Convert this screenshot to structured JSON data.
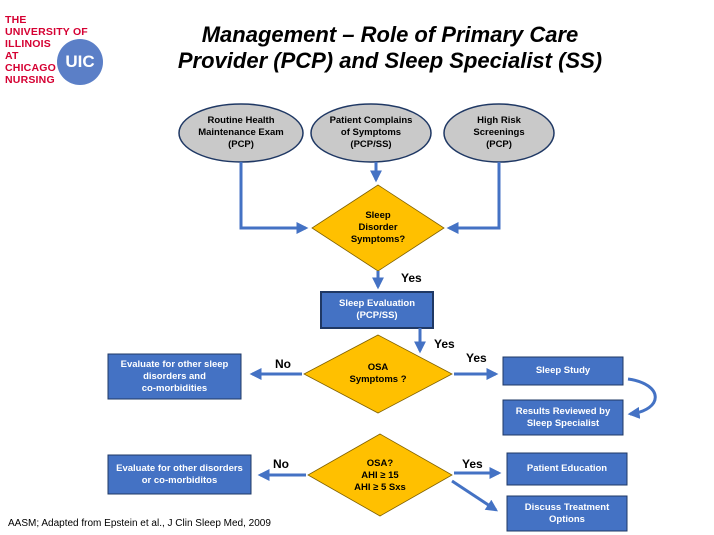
{
  "logo": {
    "lines": [
      "THE",
      "UNIVERSITY OF",
      "ILLINOIS",
      "AT",
      "CHICAGO",
      "NURSING"
    ],
    "badge": "UIC"
  },
  "title": {
    "line1": "Management – Role of Primary Care",
    "line2": "Provider (PCP) and Sleep Specialist (SS)"
  },
  "nodes": {
    "routine": {
      "lines": [
        "Routine Health",
        "Maintenance Exam",
        "(PCP)"
      ]
    },
    "complains": {
      "lines": [
        "Patient Complains",
        "of Symptoms",
        "(PCP/SS)"
      ]
    },
    "highrisk": {
      "lines": [
        "High Risk",
        "Screenings",
        "(PCP)"
      ]
    },
    "sleep_disorder": {
      "lines": [
        "Sleep",
        "Disorder",
        "Symptoms?"
      ]
    },
    "evaluation": {
      "lines": [
        "Sleep Evaluation",
        "(PCP/SS)"
      ]
    },
    "osa_symptoms": {
      "lines": [
        "OSA",
        "Symptoms ?"
      ]
    },
    "eval_other_sleep": {
      "lines": [
        "Evaluate for other sleep",
        "disorders and",
        "co-morbidities"
      ]
    },
    "sleep_study": {
      "lines": [
        "Sleep Study"
      ]
    },
    "results": {
      "lines": [
        "Results Reviewed by",
        "Sleep Specialist"
      ]
    },
    "osa_ahi": {
      "lines": [
        "OSA?",
        "AHI ≥ 15",
        "AHI ≥  5 Sxs"
      ]
    },
    "eval_other_disorders": {
      "lines": [
        "Evaluate for other disorders",
        "or co-morbiditos"
      ]
    },
    "patient_education": {
      "lines": [
        "Patient Education"
      ]
    },
    "discuss_treatment": {
      "lines": [
        "Discuss Treatment",
        "Options"
      ]
    }
  },
  "edge_labels": {
    "yes1": "Yes",
    "yes2": "Yes",
    "yes3": "Yes",
    "no1": "No",
    "yes4": "Yes",
    "no2": "No"
  },
  "citation": "AASM; Adapted from Epstein et al., J Clin Sleep Med, 2009",
  "colors": {
    "ellipse": "#c9c9c9",
    "diamond": "#ffc000",
    "box": "#4472c4",
    "arrow": "#4472c4",
    "border": "#1f3864",
    "logo_red": "#d50032",
    "badge": "#5b7fc7"
  }
}
